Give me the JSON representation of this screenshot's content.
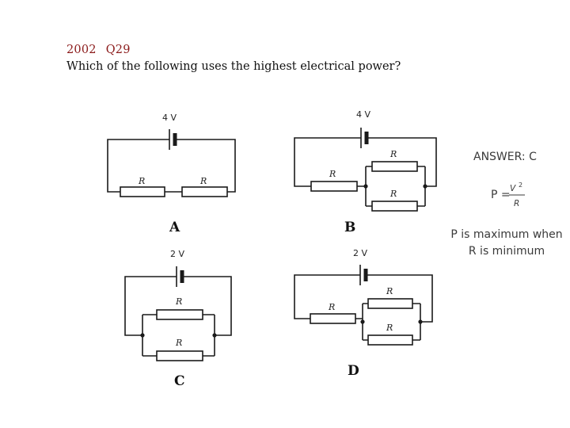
{
  "question": {
    "year": "2002",
    "number": "Q29",
    "text": "Which of the following uses the highest electrical power?"
  },
  "options": [
    {
      "letter": "A",
      "voltage": "4 V",
      "resistor_label": "R"
    },
    {
      "letter": "B",
      "voltage": "4 V",
      "resistor_label": "R"
    },
    {
      "letter": "C",
      "voltage": "2 V",
      "resistor_label": "R"
    },
    {
      "letter": "D",
      "voltage": "2 V",
      "resistor_label": "R"
    }
  ],
  "answer": {
    "heading": "ANSWER: C",
    "formula_p": "P =",
    "formula_num": "V",
    "formula_exp": "2",
    "formula_den": "R",
    "note_line1": "P is maximum when",
    "note_line2": "R is minimum"
  }
}
